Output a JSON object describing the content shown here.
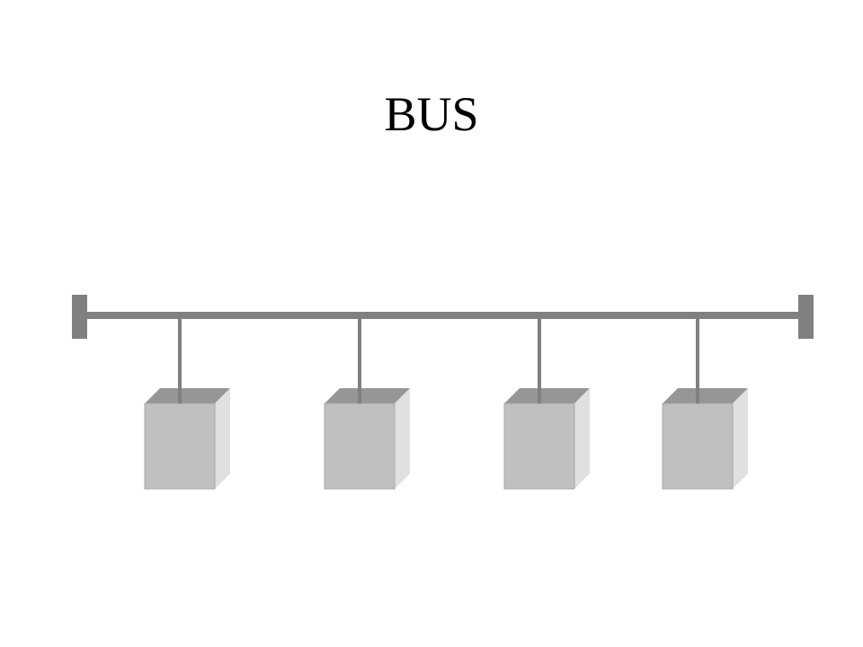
{
  "slide": {
    "title": "BUS"
  },
  "diagram": {
    "type": "bus-topology",
    "node_count": 4,
    "colors": {
      "bus_line": "#808080",
      "terminator": "#808080",
      "drop_line": "#808080",
      "node_front": "#c0c0c0",
      "node_top": "#969696",
      "node_side": "#e0e0e0",
      "node_edge": "#a8a8a8"
    }
  }
}
